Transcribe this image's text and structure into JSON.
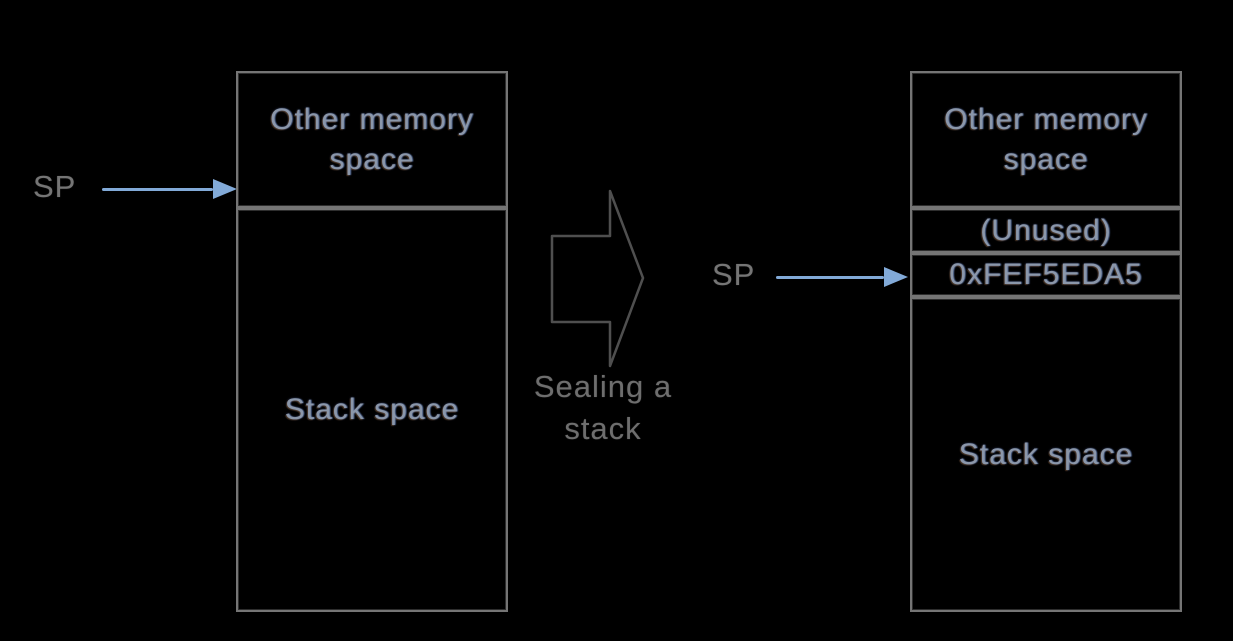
{
  "colors": {
    "background": "#000000",
    "box_border": "#757575",
    "box_text": "#8b97aa",
    "gray_label_text": "#6e6e6e",
    "sp_arrow_blue": "#82aad8"
  },
  "before": {
    "sp_label": "SP",
    "sections": [
      {
        "label": "Other memory space"
      },
      {
        "label": "Stack space"
      }
    ]
  },
  "transition": {
    "caption": "Sealing a stack"
  },
  "after": {
    "sp_label": "SP",
    "sections": [
      {
        "label": "Other memory space"
      },
      {
        "label": "(Unused)"
      },
      {
        "label": "0xFEF5EDA5"
      },
      {
        "label": "Stack space"
      }
    ]
  }
}
